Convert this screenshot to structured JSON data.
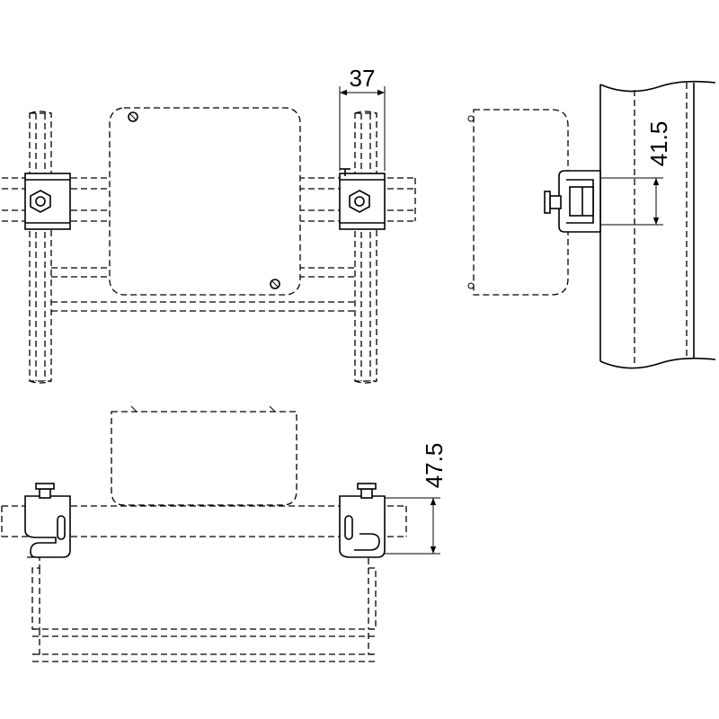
{
  "dimensions": {
    "width_label": "37",
    "height_label_side": "41.5",
    "height_label_bottom": "47.5"
  }
}
